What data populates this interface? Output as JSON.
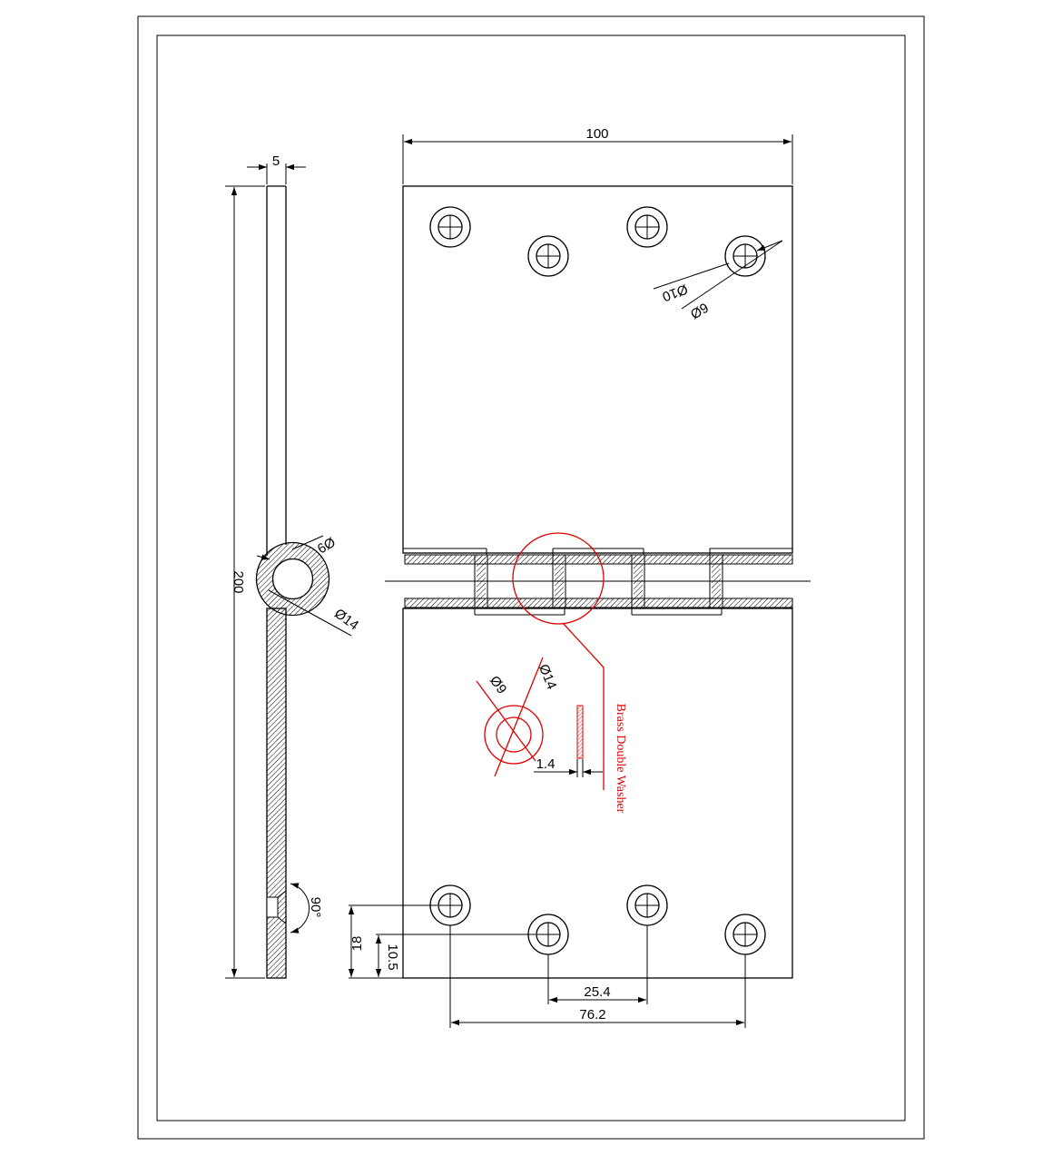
{
  "side_view": {
    "dim_thickness": "5",
    "dim_length": "200",
    "dim_knuckle_bore": "6Ø",
    "dim_knuckle_outer": "Ø14",
    "dim_countersink_angle": "90°"
  },
  "front_view": {
    "dim_width": "100",
    "dim_hole_outer": "Ø10",
    "dim_hole_inner": "6Ø",
    "dim_edge_18": "18",
    "dim_edge_10_5": "10.5",
    "dim_pitch_25_4": "25.4",
    "dim_pitch_76_2": "76.2"
  },
  "washer_detail": {
    "dim_inner": "Ø9",
    "dim_outer": "Ø14",
    "dim_thickness": "1.4",
    "label": "Brass Double Washer"
  },
  "colors": {
    "line": "#000000",
    "highlight": "#e00000",
    "background": "#ffffff"
  }
}
